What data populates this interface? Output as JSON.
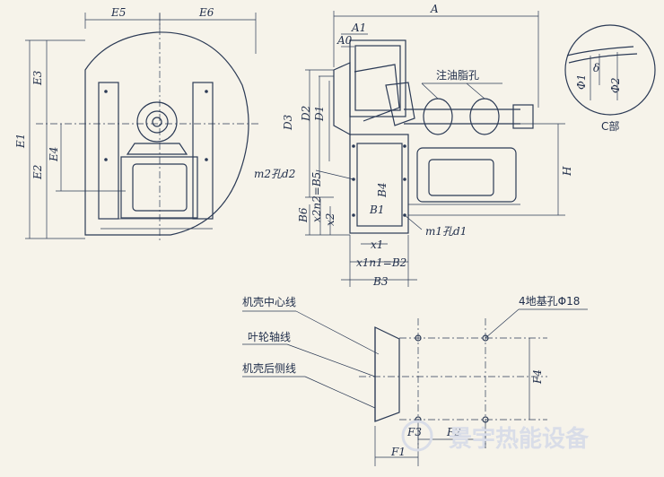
{
  "labels": {
    "E5": "E5",
    "E6": "E6",
    "E3": "E3",
    "E1": "E1",
    "E4": "E4",
    "E2": "E2",
    "A": "A",
    "A1": "A1",
    "A0": "A0",
    "D3": "D3",
    "D2": "D2",
    "D1": "D1",
    "oil_hole": "注油脂孔",
    "m2_hole": "m2孔d2",
    "x2n2_b5": "x2n2=B5",
    "B6": "B6",
    "x2": "x2",
    "B4": "B4",
    "B1": "B1",
    "m1_hole": "m1孔d1",
    "x1": "x1",
    "x1n1_b2": "x1n1=B2",
    "B3": "B3",
    "H": "H",
    "c_part": "C部",
    "phi1": "Φ1",
    "phi2": "Φ2",
    "delta": "δ",
    "casing_center": "机壳中心线",
    "impeller_axis": "叶轮轴线",
    "casing_rear": "机壳后侧线",
    "foundation_holes": "4地基孔Φ18",
    "F4": "F4",
    "F2": "F2",
    "F1": "F1",
    "F3": "F3"
  },
  "watermark": "景宇热能设备"
}
